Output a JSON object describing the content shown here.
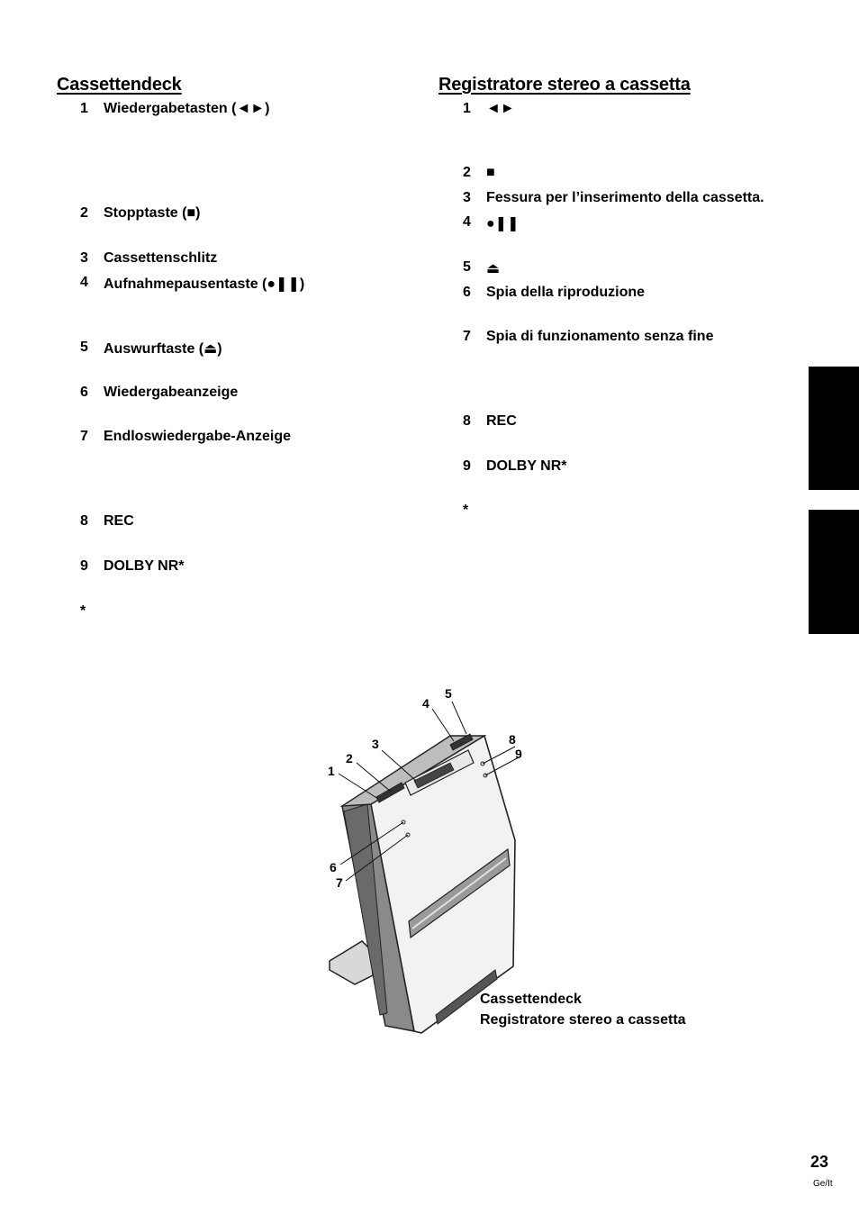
{
  "german": {
    "heading": "Cassettendeck",
    "items": [
      {
        "num": "1",
        "label": "Wiedergabetasten (◄►)"
      },
      {
        "num": "2",
        "label": "Stopptaste (■)"
      },
      {
        "num": "3",
        "label": "Cassettenschlitz"
      },
      {
        "num": "4",
        "label": "Aufnahmepausentaste (●❚❚)"
      },
      {
        "num": "5",
        "label": "Auswurftaste (⏏)"
      },
      {
        "num": "6",
        "label": "Wiedergabeanzeige"
      },
      {
        "num": "7",
        "label": "Endloswiedergabe-Anzeige"
      },
      {
        "num": "8",
        "label": "REC"
      },
      {
        "num": "9",
        "label": "DOLBY NR*"
      }
    ],
    "footnote_marker": "*"
  },
  "italian": {
    "heading": "Registratore stereo a cassetta",
    "items": [
      {
        "num": "1",
        "label": "◄►"
      },
      {
        "num": "2",
        "label": "■"
      },
      {
        "num": "3",
        "label": "Fessura per l’inserimento della cassetta."
      },
      {
        "num": "4",
        "label": "●❚❚"
      },
      {
        "num": "5",
        "label": "⏏"
      },
      {
        "num": "6",
        "label": "Spia della riproduzione"
      },
      {
        "num": "7",
        "label": "Spia di funzionamento senza fine"
      },
      {
        "num": "8",
        "label": "REC"
      },
      {
        "num": "9",
        "label": "DOLBY NR*"
      }
    ],
    "footnote_marker": "*"
  },
  "figure": {
    "callouts": [
      "1",
      "2",
      "3",
      "4",
      "5",
      "6",
      "7",
      "8",
      "9"
    ],
    "caption_german": "Cassettendeck",
    "caption_italian": "Registratore stereo a cassetta"
  },
  "page": {
    "number": "23",
    "code": "Ge/It"
  },
  "colors": {
    "tab": "#000000",
    "device_body": "#f2f2f2",
    "device_edge": "#444444"
  }
}
